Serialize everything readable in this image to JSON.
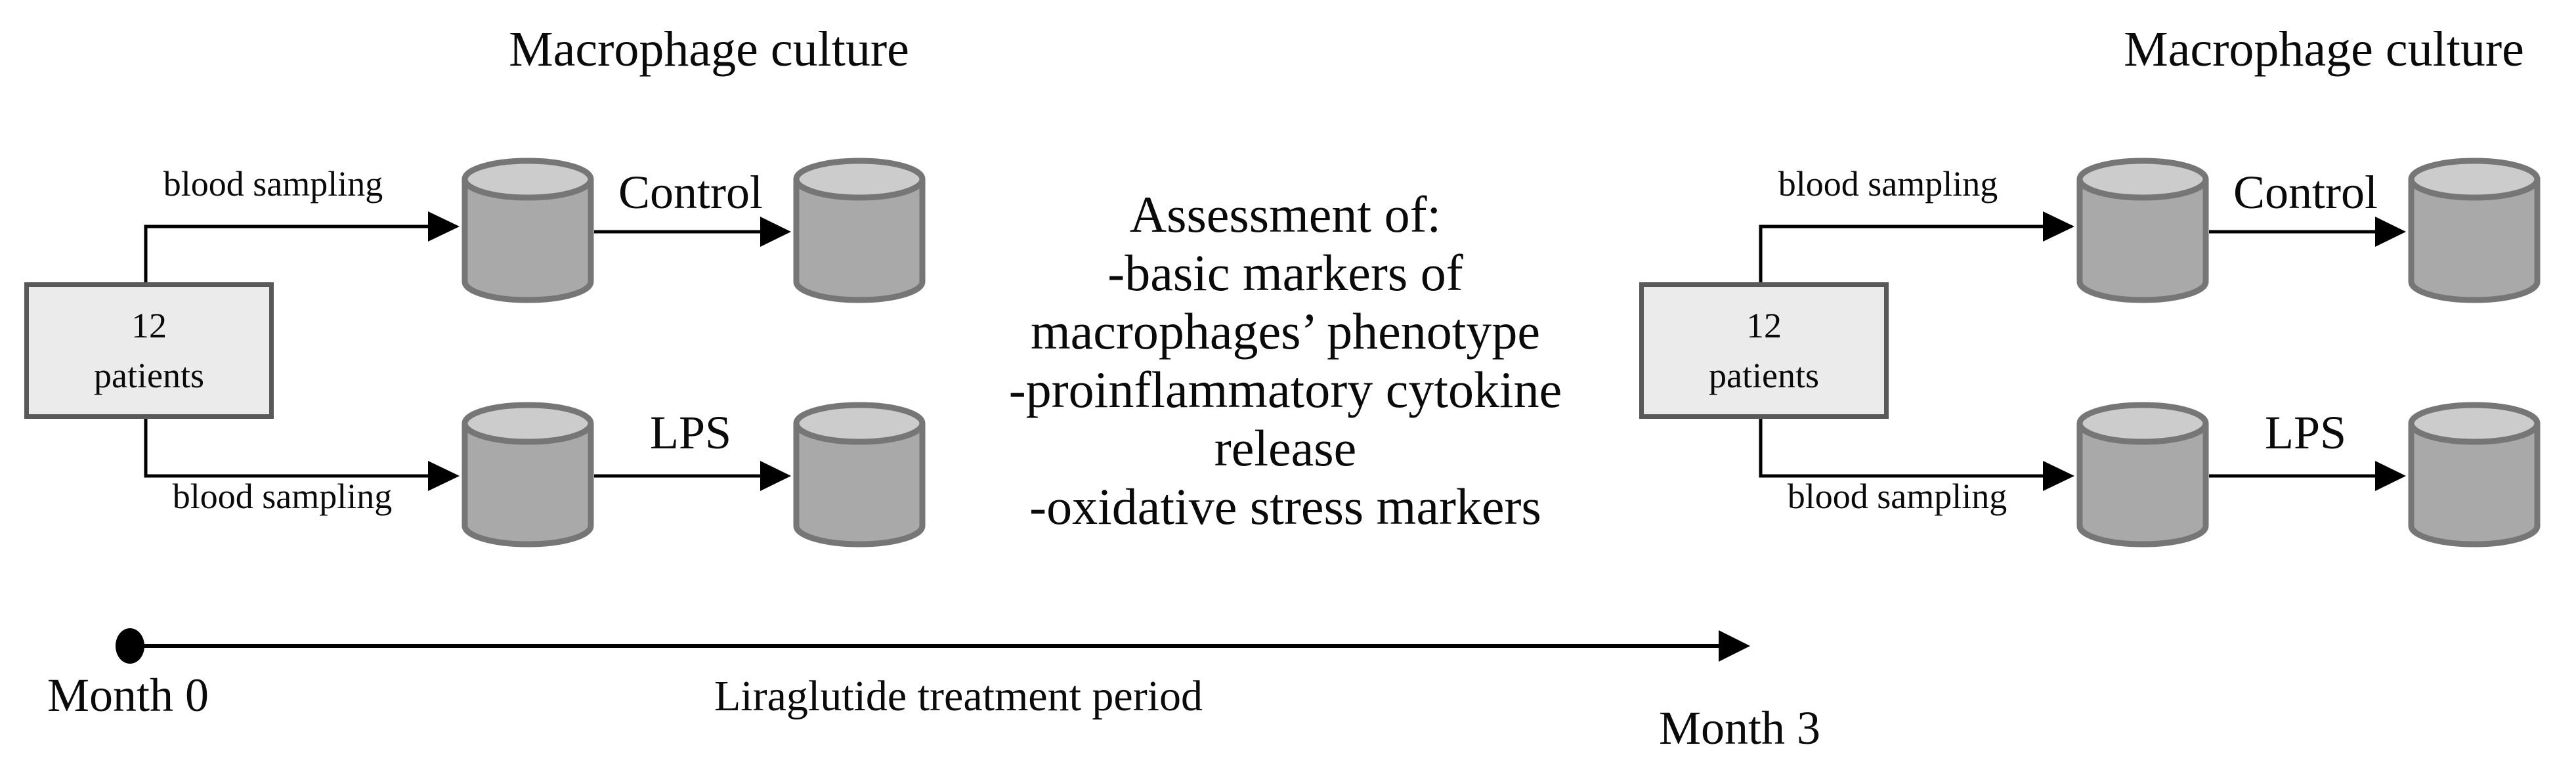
{
  "titles": {
    "left": "Macrophage culture",
    "right": "Macrophage culture"
  },
  "left_group": {
    "patients_line1": "12",
    "patients_line2": "patients",
    "blood_sampling_top": "blood sampling",
    "blood_sampling_bottom": "blood sampling",
    "control": "Control",
    "lps": "LPS"
  },
  "right_group": {
    "patients_line1": "12",
    "patients_line2": "patients",
    "blood_sampling_top": "blood sampling",
    "blood_sampling_bottom": "blood sampling",
    "control": "Control",
    "lps": "LPS"
  },
  "assessment": {
    "lines": [
      "Assessment of:",
      "-basic markers of",
      "macrophages’ phenotype",
      "-proinflammatory cytokine",
      "release",
      "-oxidative stress markers"
    ]
  },
  "timeline": {
    "start_label": "Month 0",
    "period_label": "Liraglutide treatment period",
    "end_label": "Month 3"
  },
  "colors": {
    "cylinder_body": "#a9a9a9",
    "cylinder_top": "#cccccc",
    "cylinder_stroke": "#767676",
    "box_fill": "#ebebeb",
    "box_border": "#595959",
    "line": "#000000",
    "text": "#0a0a0a"
  }
}
